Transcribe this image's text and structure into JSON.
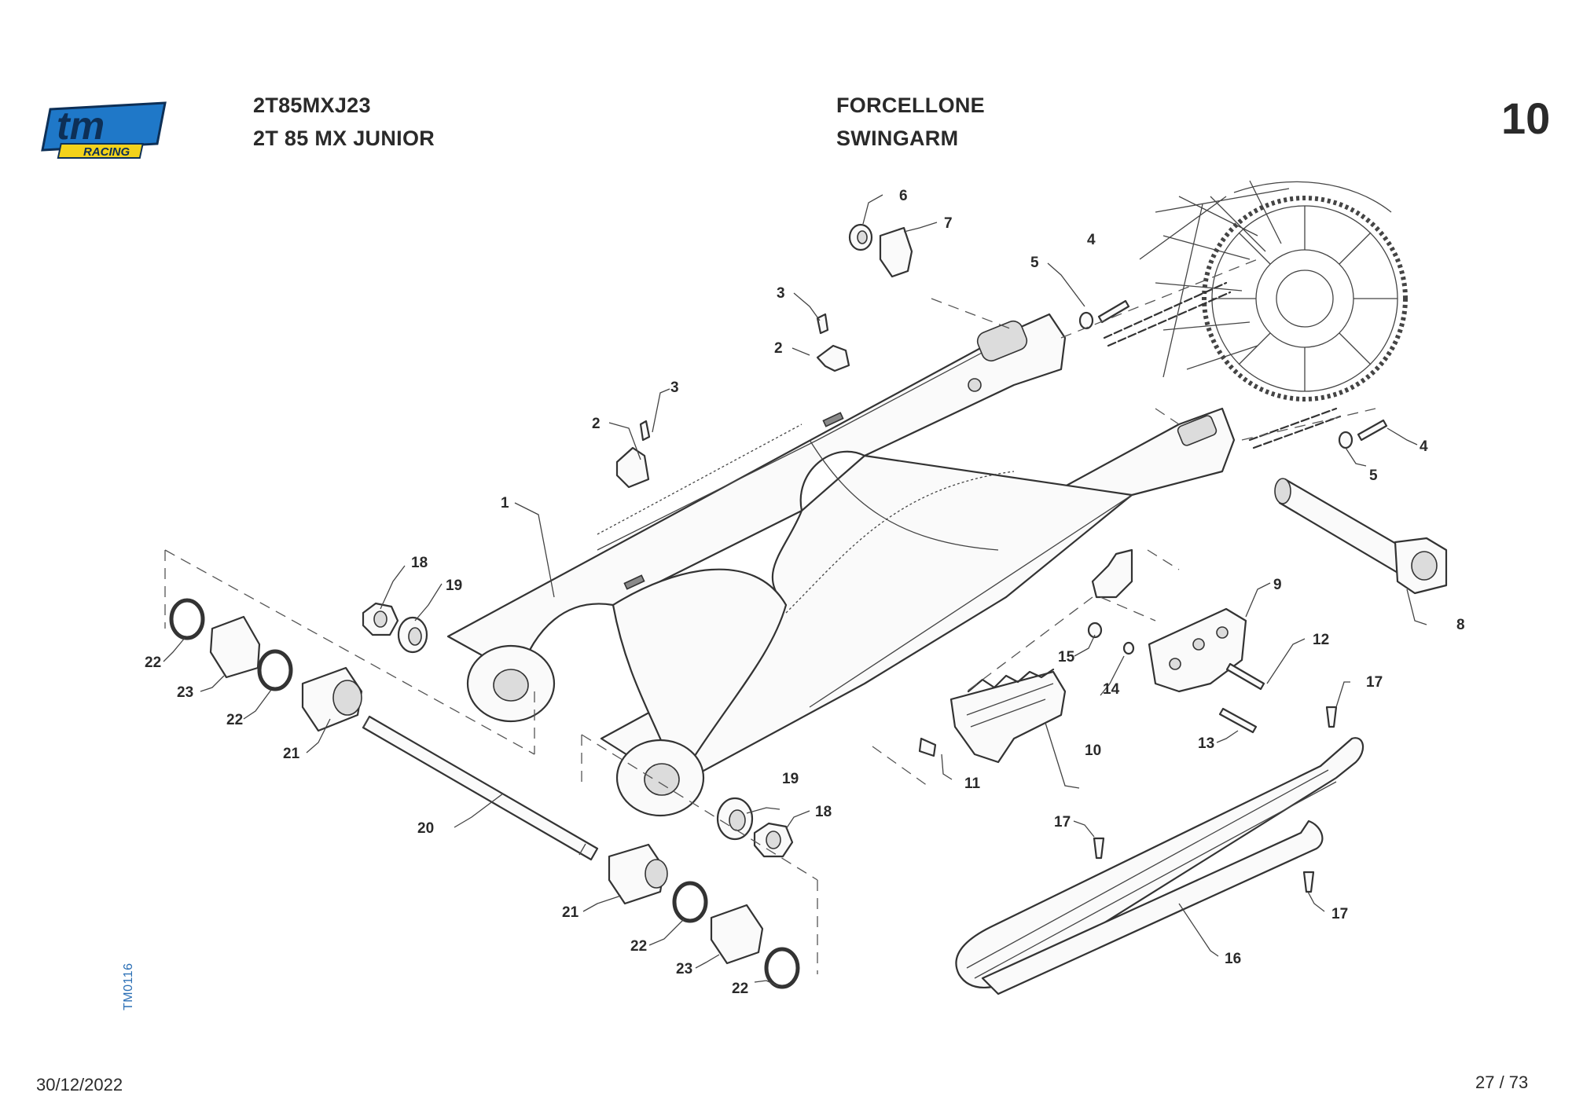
{
  "header": {
    "model_code": "2T85MXJ23",
    "model_name": "2T 85 MX JUNIOR",
    "group_it": "FORCELLONE",
    "group_en": "SWINGARM",
    "table_number": "10"
  },
  "logo": {
    "wordmark": "tm",
    "subtext": "RACING",
    "icon": "tm-racing-logo"
  },
  "side_code": "TM0116",
  "footer": {
    "date": "30/12/2022",
    "page": "27 / 73"
  },
  "callouts": {
    "c1": "1",
    "c2a": "2",
    "c2b": "2",
    "c3a": "3",
    "c3b": "3",
    "c4a": "4",
    "c4b": "4",
    "c5a": "5",
    "c5b": "5",
    "c6": "6",
    "c7": "7",
    "c8": "8",
    "c9": "9",
    "c10": "10",
    "c11": "11",
    "c12": "12",
    "c13": "13",
    "c14": "14",
    "c15": "15",
    "c16": "16",
    "c17a": "17",
    "c17b": "17",
    "c17c": "17",
    "c18a": "18",
    "c18b": "18",
    "c19a": "19",
    "c19b": "19",
    "c20": "20",
    "c21a": "21",
    "c21b": "21",
    "c22a": "22",
    "c22b": "22",
    "c22c": "22",
    "c22d": "22",
    "c23a": "23",
    "c23b": "23"
  },
  "colors": {
    "logo_blue": "#1f78c8",
    "logo_yellow": "#f2d21b",
    "ink": "#2a2a2a",
    "code_blue": "#2b6fb5"
  }
}
